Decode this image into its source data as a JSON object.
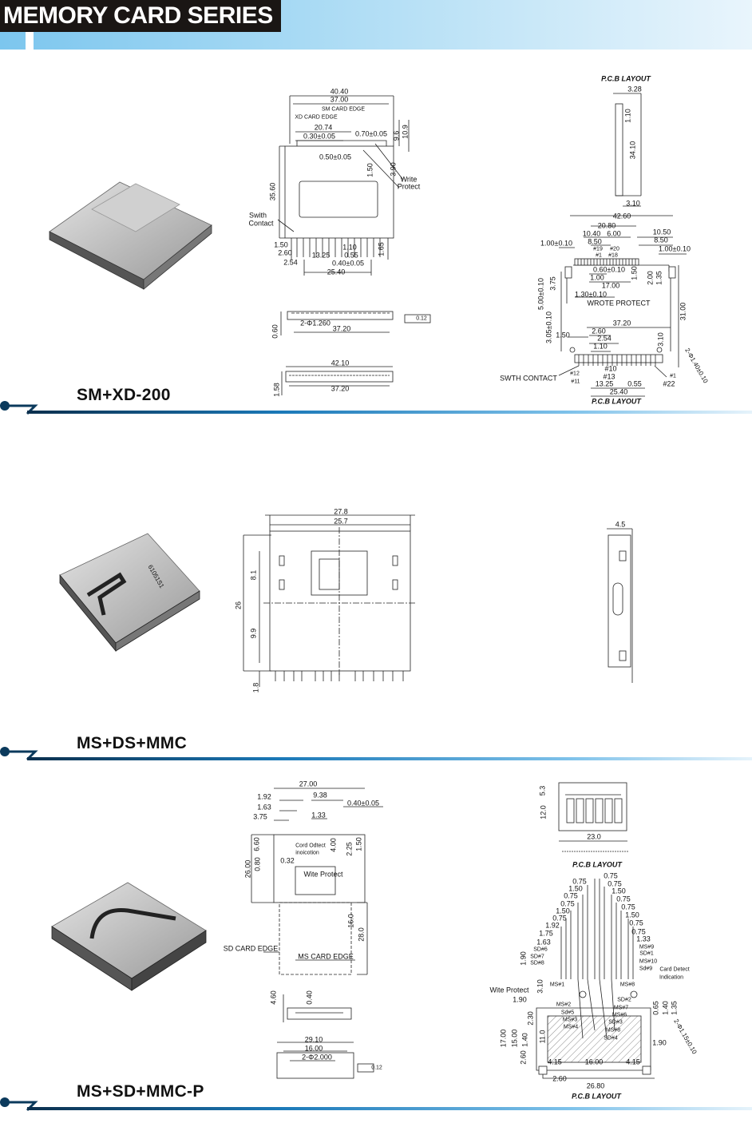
{
  "header": {
    "title": "MEMORY CARD SERIES"
  },
  "sections": [
    {
      "title": "SM+XD-200",
      "labels": [
        "40.40",
        "37.00",
        "SM CARD EDGE",
        "XD CARD EDGE",
        "20.74",
        "0.30±0.05",
        "0.70±0.05",
        "9.6",
        "10.9",
        "0.50±0.05",
        "1.50",
        "3.90",
        "Write",
        "Protect",
        "35.60",
        "Swith",
        "Contact",
        "1.50",
        "1.10",
        "2.60",
        "13.25",
        "0.55",
        "2.54",
        "0.40±0.05",
        "1.65",
        "25.40",
        "0.60",
        "2-Φ1.260",
        "37.20",
        "0.12",
        "42.10",
        "1.58",
        "37.20",
        "P.C.B LAYOUT",
        "3.28",
        "1.10",
        "34.10",
        "3.10",
        "42.60",
        "20.80",
        "10.40",
        "6.00",
        "10.50",
        "1.00±0.10",
        "8.50",
        "8.50",
        "#19",
        "#20",
        "1.00±0.10",
        "#1",
        "#18",
        "0.60±0.10",
        "1.00",
        "1.50",
        "2.00",
        "1.35",
        "17.00",
        "3.75",
        "5.00±0.10",
        "1.30±0.10",
        "WROTE PROTECT",
        "31.00",
        "37.20",
        "3.05±0.10",
        "1.50",
        "2.60",
        "2.54",
        "1.10",
        "3.10",
        "2-Φ1.40±0.10",
        "#10",
        "SWTH  CONTACT",
        "#12",
        "#11",
        "#13",
        "#1",
        "13.25",
        "0.55",
        "#22",
        "25.40",
        "P.C.B  LAYOUT"
      ]
    },
    {
      "title": "MS+DS+MMC",
      "labels": [
        "27.8",
        "25.7",
        "8.1",
        "26",
        "9.9",
        "1.8",
        "4.5",
        "61051S1"
      ]
    },
    {
      "title": "MS+SD+MMC-P",
      "labels": [
        "27.00",
        "1.92",
        "9.38",
        "0.40±0.05",
        "1.63",
        "3.75",
        "1.33",
        "6.60",
        "0.80",
        "4.00",
        "2.25",
        "1.50",
        "Cord Odtect",
        "inoicotion",
        "0.32",
        "26.00",
        "Wite Protect",
        "16.0",
        "28.0",
        "SD CARD EDGE",
        "MS CARD EDGE",
        "4.60",
        "0.40",
        "29.10",
        "16.00",
        "2-Φ2.000",
        "0.12",
        "5.3",
        "12.0",
        "23.0",
        "P.C.B LAYOUT",
        "0.75",
        "0.75",
        "0.75",
        "1.50",
        "1.50",
        "0.75",
        "0.75",
        "0.75",
        "0.75",
        "1.50",
        "1.50",
        "0.75",
        "0.75",
        "1.92",
        "0.75",
        "1.75",
        "1.33",
        "1.63",
        "SD#6",
        "MS#9",
        "SD#7",
        "SD#1",
        "SD#8",
        "MS#10",
        "Sd#9",
        "Card Detect",
        "Indication",
        "1.90",
        "MS#1",
        "MS#8",
        "Wite Protect",
        "1.90",
        "3.10",
        "SD#2",
        "MS#2",
        "MS#7",
        "Sd#5",
        "MS#6",
        "MS#3",
        "SD#3",
        "MS#4",
        "MS#8",
        "SD#4",
        "2.30",
        "1.40",
        "11.0",
        "17.00",
        "15.00",
        "2.60",
        "0.65",
        "1.40",
        "1.35",
        "2-Φ1.15±0.10",
        "1.90",
        "4.15",
        "16.00",
        "4.15",
        "2.60",
        "26.80",
        "P.C.B LAYOUT"
      ]
    }
  ],
  "colors": {
    "header_bg": "#1a1614",
    "band": "#7cc6ee",
    "separator_dark": "#0b3a5c"
  }
}
